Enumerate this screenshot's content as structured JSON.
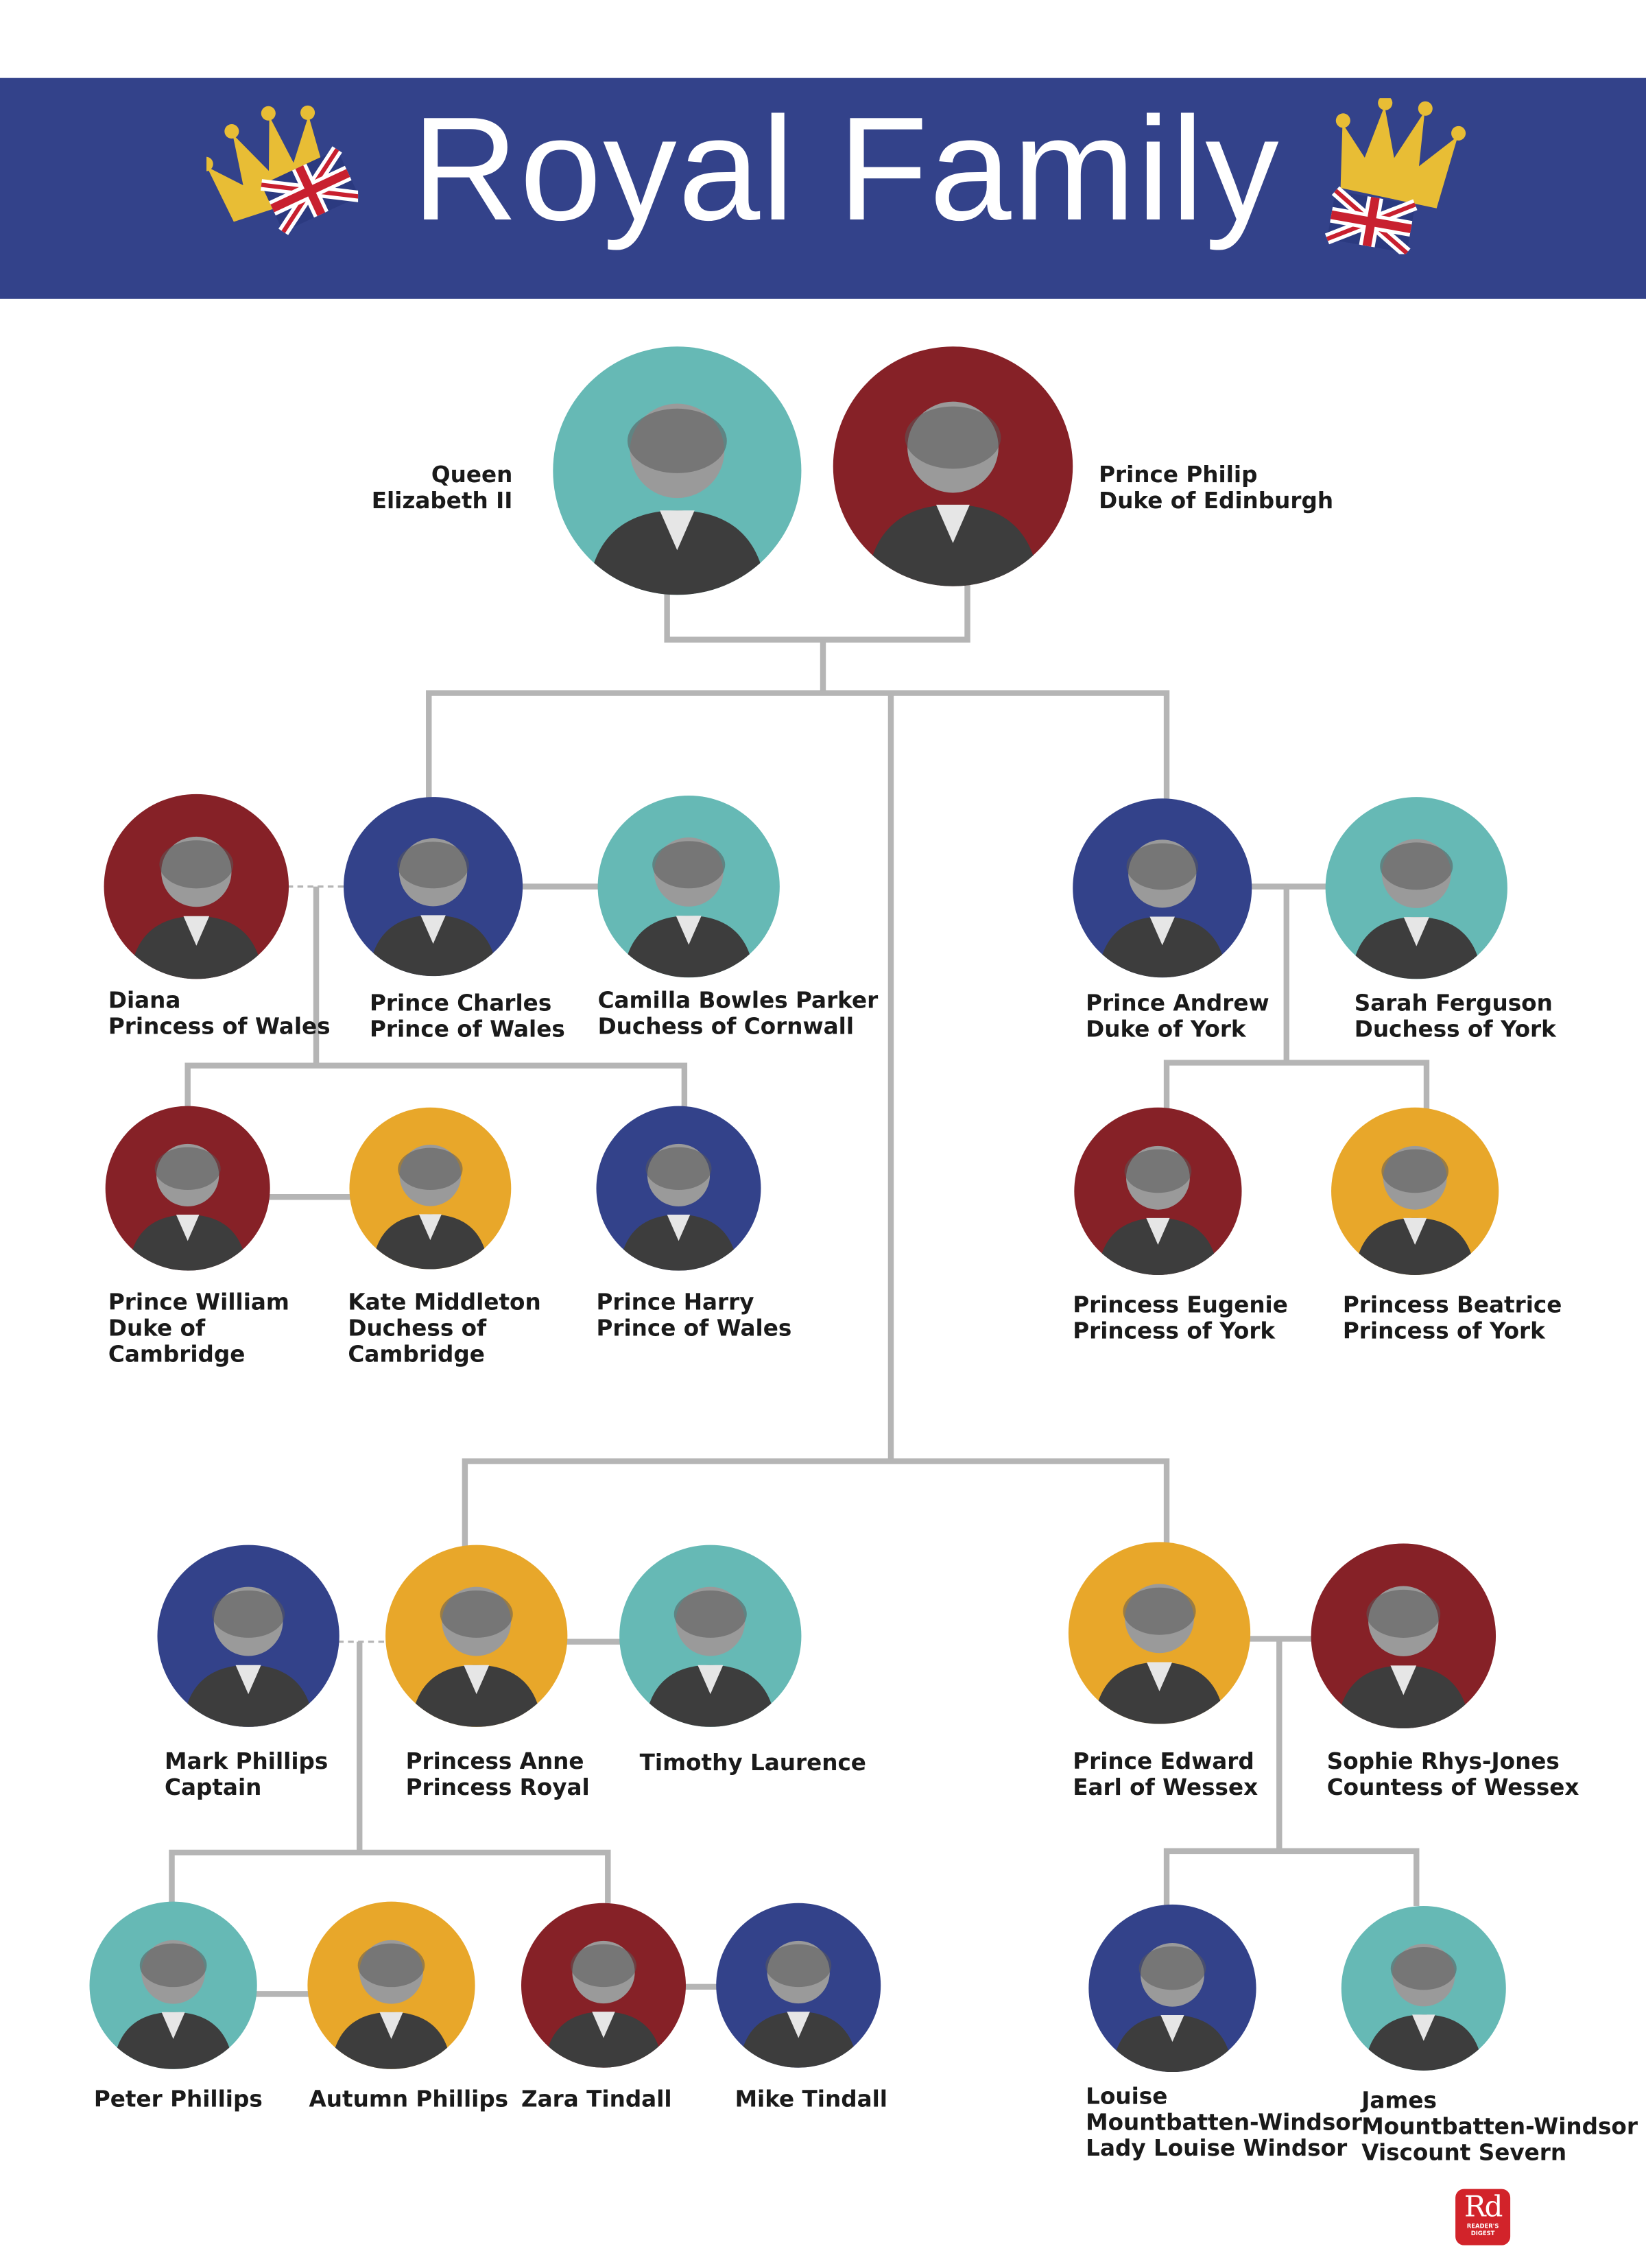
{
  "header": {
    "title": "Royal Family",
    "background": "#33428a"
  },
  "colors": {
    "blue": "#33428a",
    "teal": "#66b9b5",
    "red": "#862127",
    "orange": "#e8a72a",
    "connector": "#b5b5b5"
  },
  "people": [
    {
      "id": "queen-elizabeth",
      "lines": [
        "Queen",
        "Elizabeth II"
      ],
      "color": "#66b9b5"
    },
    {
      "id": "prince-philip",
      "lines": [
        "Prince Philip",
        "Duke of Edinburgh"
      ],
      "color": "#862127"
    },
    {
      "id": "diana",
      "lines": [
        "Diana",
        "Princess of Wales"
      ],
      "color": "#862127"
    },
    {
      "id": "prince-charles",
      "lines": [
        "Prince Charles",
        "Prince of Wales"
      ],
      "color": "#33428a"
    },
    {
      "id": "camilla",
      "lines": [
        "Camilla Bowles Parker",
        "Duchess of Cornwall"
      ],
      "color": "#66b9b5"
    },
    {
      "id": "prince-andrew",
      "lines": [
        "Prince Andrew",
        "Duke of York"
      ],
      "color": "#33428a"
    },
    {
      "id": "sarah-ferguson",
      "lines": [
        "Sarah Ferguson",
        "Duchess of York"
      ],
      "color": "#66b9b5"
    },
    {
      "id": "prince-william",
      "lines": [
        "Prince William",
        "Duke of",
        "Cambridge"
      ],
      "color": "#862127"
    },
    {
      "id": "kate-middleton",
      "lines": [
        "Kate Middleton",
        "Duchess of",
        "Cambridge"
      ],
      "color": "#e8a72a"
    },
    {
      "id": "prince-harry",
      "lines": [
        "Prince Harry",
        "Prince of Wales"
      ],
      "color": "#33428a"
    },
    {
      "id": "princess-eugenie",
      "lines": [
        "Princess Eugenie",
        "Princess of York"
      ],
      "color": "#862127"
    },
    {
      "id": "princess-beatrice",
      "lines": [
        "Princess Beatrice",
        "Princess of York"
      ],
      "color": "#e8a72a"
    },
    {
      "id": "mark-phillips",
      "lines": [
        "Mark Phillips",
        "Captain"
      ],
      "color": "#33428a"
    },
    {
      "id": "princess-anne",
      "lines": [
        "Princess Anne",
        "Princess Royal"
      ],
      "color": "#e8a72a"
    },
    {
      "id": "timothy-laurence",
      "lines": [
        "Timothy Laurence"
      ],
      "color": "#66b9b5"
    },
    {
      "id": "prince-edward",
      "lines": [
        "Prince Edward",
        "Earl of Wessex"
      ],
      "color": "#e8a72a"
    },
    {
      "id": "sophie-rhys-jones",
      "lines": [
        "Sophie Rhys-Jones",
        "Countess of Wessex"
      ],
      "color": "#862127"
    },
    {
      "id": "peter-phillips",
      "lines": [
        "Peter Phillips"
      ],
      "color": "#66b9b5"
    },
    {
      "id": "autumn-phillips",
      "lines": [
        "Autumn Phillips"
      ],
      "color": "#e8a72a"
    },
    {
      "id": "zara-tindall",
      "lines": [
        "Zara Tindall"
      ],
      "color": "#862127"
    },
    {
      "id": "mike-tindall",
      "lines": [
        "Mike Tindall"
      ],
      "color": "#33428a"
    },
    {
      "id": "louise",
      "lines": [
        "Louise",
        "Mountbatten-Windsor",
        "Lady Louise Windsor"
      ],
      "color": "#33428a"
    },
    {
      "id": "james",
      "lines": [
        "James",
        "Mountbatten-Windsor",
        "Viscount Severn"
      ],
      "color": "#66b9b5"
    }
  ],
  "logo": {
    "mark": "Rd",
    "line1": "READER'S",
    "line2": "DIGEST"
  }
}
